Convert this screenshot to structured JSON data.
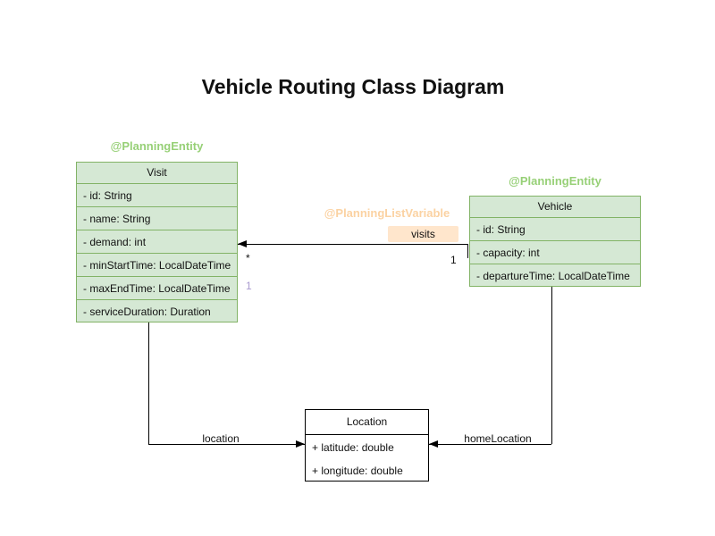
{
  "diagram_title": "Vehicle Routing Class Diagram",
  "classes": {
    "visit": {
      "annotation": "@PlanningEntity",
      "name": "Visit",
      "attributes": [
        "- id: String",
        "- name: String",
        "- demand: int",
        "- minStartTime: LocalDateTime",
        "- maxEndTime: LocalDateTime",
        "- serviceDuration: Duration"
      ]
    },
    "vehicle": {
      "annotation": "@PlanningEntity",
      "name": "Vehicle",
      "attributes": [
        "- id: String",
        "- capacity: int",
        "- departureTime: LocalDateTime"
      ]
    },
    "location": {
      "name": "Location",
      "attributes": [
        "+ latitude: double",
        "+ longitude: double"
      ]
    }
  },
  "edges": {
    "visits": {
      "annotation": "@PlanningListVariable",
      "label": "visits",
      "multiplicity_target": "*",
      "multiplicity_source": "1",
      "multiplicity_extra": "1"
    },
    "location": {
      "label": "location"
    },
    "home_location": {
      "label": "homeLocation"
    }
  },
  "colors": {
    "class_fill_green": "#d5e8d4",
    "class_border_green": "#82b366",
    "annotation_green": "#97d077",
    "annotation_orange": "#fbd2a2",
    "edge_label_bg": "#ffe6cc",
    "multiplicity_lavender": "#a99bd0",
    "line_color": "#000000"
  }
}
